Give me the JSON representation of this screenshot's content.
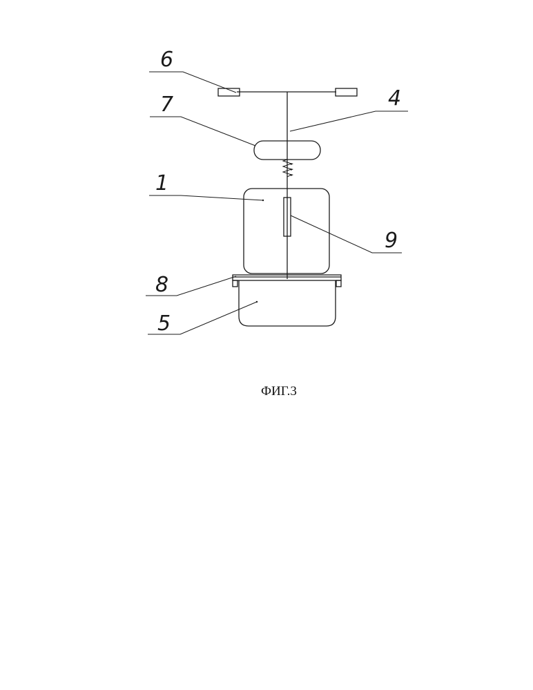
{
  "caption": "ФИГ.3",
  "labels": {
    "l1": "1",
    "l4": "4",
    "l5": "5",
    "l6": "6",
    "l7": "7",
    "l8": "8",
    "l9": "9"
  }
}
